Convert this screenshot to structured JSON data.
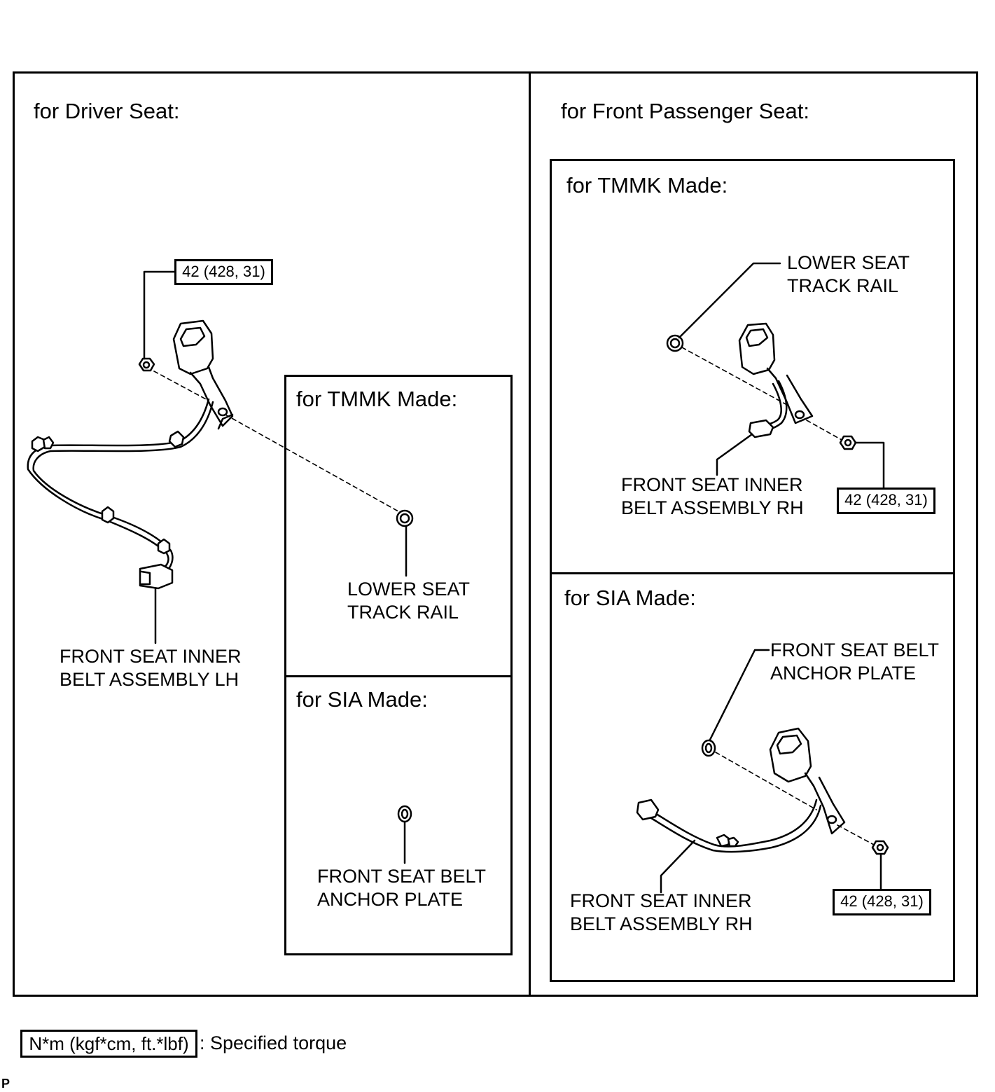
{
  "driver": {
    "heading": "for Driver Seat:",
    "belt_label": "FRONT SEAT INNER\nBELT ASSEMBLY LH",
    "torque": "42 (428, 31)",
    "tmmk": {
      "heading": "for TMMK Made:",
      "part_label": "LOWER SEAT\nTRACK RAIL"
    },
    "sia": {
      "heading": "for SIA Made:",
      "part_label": "FRONT SEAT BELT\nANCHOR PLATE"
    }
  },
  "passenger": {
    "heading": "for Front Passenger Seat:",
    "tmmk": {
      "heading": "for TMMK Made:",
      "part_label": "LOWER SEAT\nTRACK RAIL",
      "belt_label": "FRONT SEAT INNER\nBELT ASSEMBLY RH",
      "torque": "42 (428, 31)"
    },
    "sia": {
      "heading": "for SIA Made:",
      "part_label": "FRONT SEAT BELT\nANCHOR PLATE",
      "belt_label": "FRONT SEAT INNER\nBELT ASSEMBLY RH",
      "torque": "42 (428, 31)"
    }
  },
  "legend": {
    "unit_box": "N*m (kgf*cm, ft.*lbf)",
    "text": ": Specified torque"
  },
  "corner_mark": "P"
}
